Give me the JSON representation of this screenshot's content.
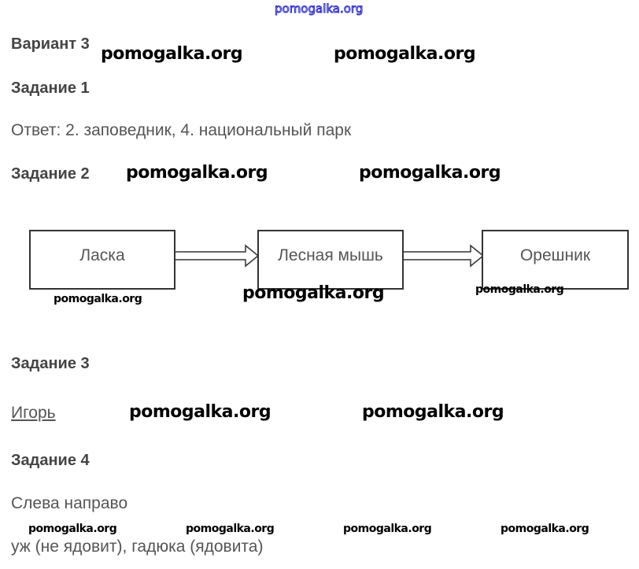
{
  "watermark": "pomogalka.org",
  "variant": "Вариант 3",
  "tasks": [
    {
      "title": "Задание 1",
      "answer": "Ответ: 2. заповедник, 4. национальный парк"
    },
    {
      "title": "Задание 2",
      "chain": [
        "Ласка",
        "Лесная мышь",
        "Орешник"
      ]
    },
    {
      "title": "Задание 3",
      "answer": "Игорь"
    },
    {
      "title": "Задание 4",
      "line1": "Слева направо",
      "line2": "уж (не ядовит), гадюка (ядовита)"
    }
  ]
}
